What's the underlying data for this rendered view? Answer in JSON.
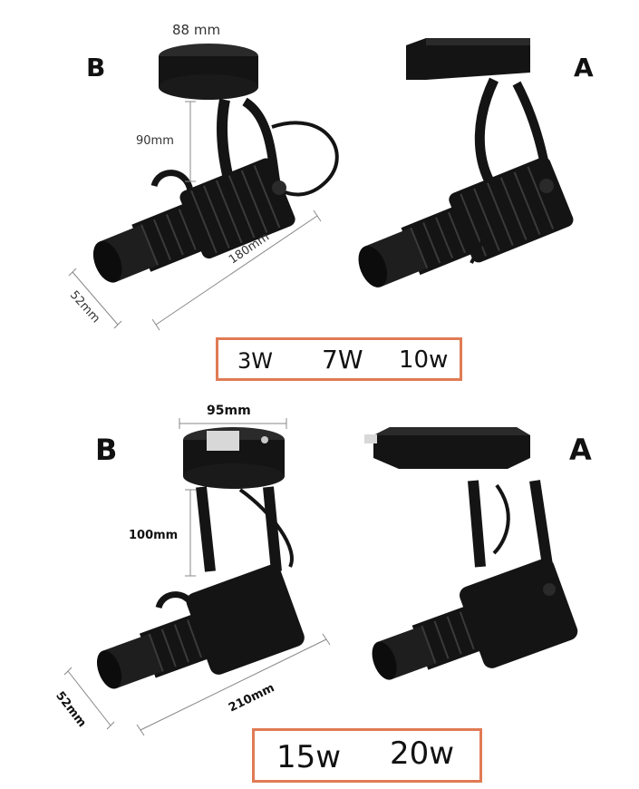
{
  "top_panel": {
    "label_left": "B",
    "label_right": "A",
    "dim_base_width": "88 mm",
    "dim_arm_height": "90mm",
    "dim_length": "180mm",
    "dim_diameter": "52mm",
    "wattages": [
      "3W",
      "7W",
      "10w"
    ]
  },
  "bottom_panel": {
    "label_left": "B",
    "label_right": "A",
    "dim_base_width": "95mm",
    "dim_arm_height": "100mm",
    "dim_length": "210mm",
    "dim_diameter": "52mm",
    "wattages": [
      "15w",
      "20w"
    ]
  },
  "colors": {
    "product_black": "#141414",
    "product_highlight": "#3a3a3a",
    "dimension_line": "#888888",
    "wattage_border": "#e07b54"
  }
}
